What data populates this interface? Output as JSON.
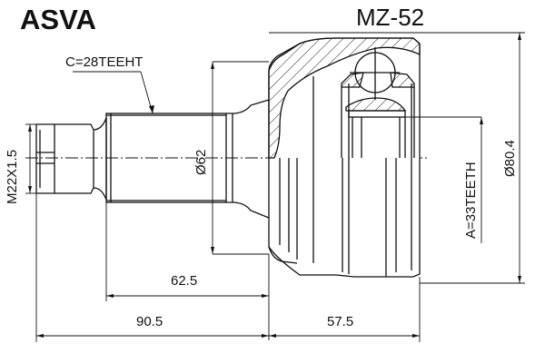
{
  "brand": "ASVA",
  "part_number": "MZ-52",
  "annotations": {
    "spline_outer": "C=28TEEHT",
    "spline_inner": "A=33TEETH",
    "thread": "M22X1.5"
  },
  "dimensions": {
    "shaft_diameter": "Ø62",
    "housing_diameter": "Ø80.4",
    "stub_length": "62.5",
    "total_shaft_length": "90.5",
    "housing_length": "57.5"
  },
  "colors": {
    "line": "#111111",
    "hatch": "#222222",
    "background": "#ffffff"
  }
}
